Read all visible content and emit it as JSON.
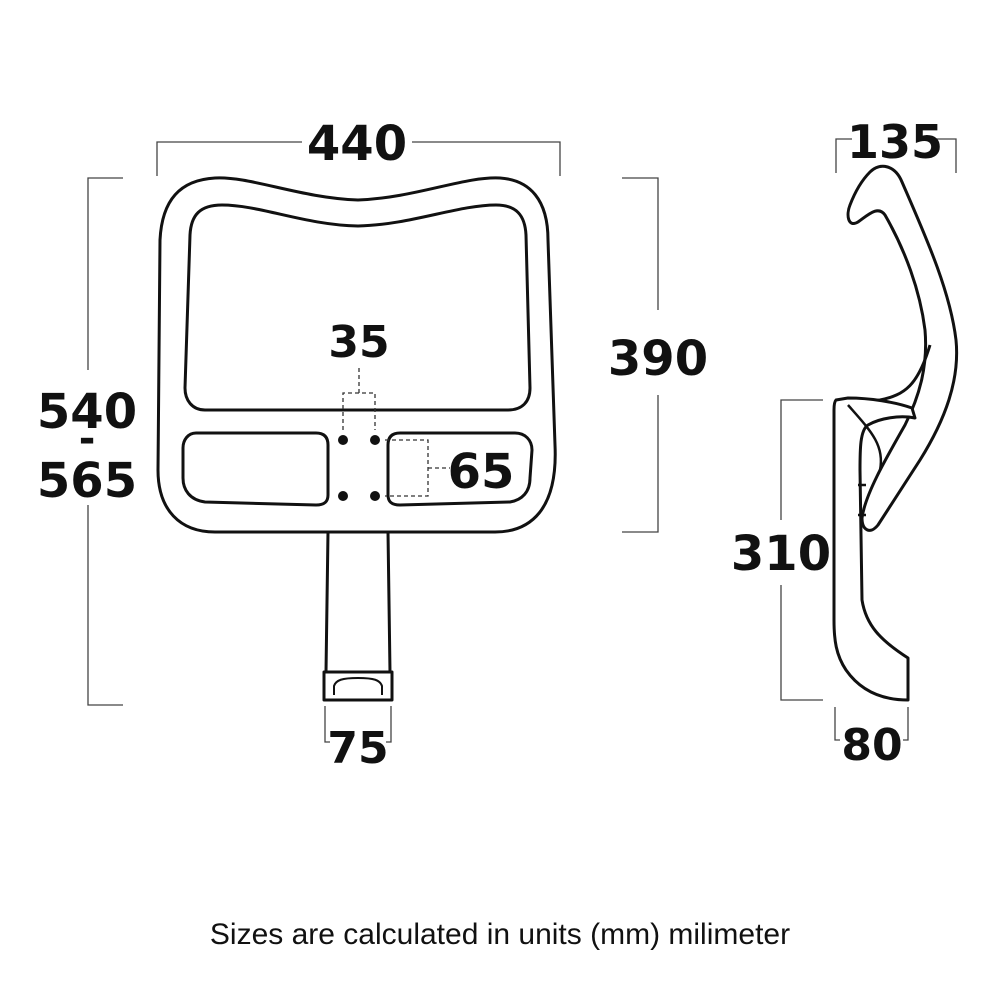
{
  "front_view": {
    "width_label": "440",
    "height_label_top": "540",
    "height_label_sep": "-",
    "height_label_bottom": "565",
    "inner_height_label": "390",
    "mount_spacing_label": "35",
    "mount_height_label": "65",
    "stem_width_label": "75"
  },
  "side_view": {
    "depth_label": "135",
    "arm_height_label": "310",
    "base_depth_label": "80"
  },
  "caption": "Sizes are calculated in units (mm) milimeter"
}
